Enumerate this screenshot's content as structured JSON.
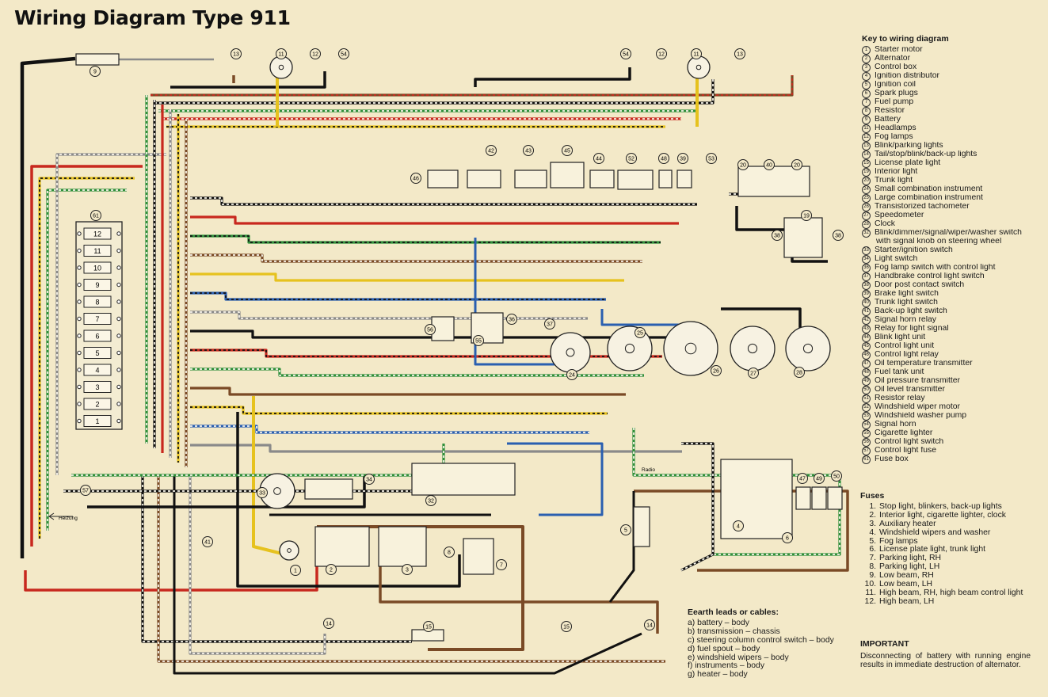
{
  "title": "Wiring Diagram Type 911",
  "colors": {
    "background": "#f3e9c8",
    "wire_black": "#111111",
    "wire_red": "#c8281e",
    "wire_brown": "#7a4a26",
    "wire_yellow": "#e6c21e",
    "wire_green": "#2f8f3a",
    "wire_blue": "#2a5fb0",
    "wire_grey": "#8a8a8a",
    "wire_white": "#f7f4ea"
  },
  "key": {
    "heading": "Key to wiring diagram",
    "items": [
      {
        "n": "1",
        "label": "Starter motor"
      },
      {
        "n": "2",
        "label": "Alternator"
      },
      {
        "n": "3",
        "label": "Control box"
      },
      {
        "n": "4",
        "label": "Ignition distributor"
      },
      {
        "n": "5",
        "label": "Ignition coil"
      },
      {
        "n": "6",
        "label": "Spark plugs"
      },
      {
        "n": "7",
        "label": "Fuel pump"
      },
      {
        "n": "8",
        "label": "Resistor"
      },
      {
        "n": "9",
        "label": "Battery"
      },
      {
        "n": "11",
        "label": "Headlamps"
      },
      {
        "n": "12",
        "label": "Fog lamps"
      },
      {
        "n": "13",
        "label": "Blink/parking lights"
      },
      {
        "n": "14",
        "label": "Tail/stop/blink/back-up lights"
      },
      {
        "n": "15",
        "label": "License plate light"
      },
      {
        "n": "19",
        "label": "Interior light"
      },
      {
        "n": "20",
        "label": "Trunk light"
      },
      {
        "n": "24",
        "label": "Small combination instrument"
      },
      {
        "n": "25",
        "label": "Large combination instrument"
      },
      {
        "n": "26",
        "label": "Transistorized tachometer"
      },
      {
        "n": "27",
        "label": "Speedometer"
      },
      {
        "n": "28",
        "label": "Clock"
      },
      {
        "n": "32",
        "label": "Blink/dimmer/signal/wiper/washer switch",
        "sub": "with signal knob on steering wheel"
      },
      {
        "n": "33",
        "label": "Starter/ignition switch"
      },
      {
        "n": "34",
        "label": "Light switch"
      },
      {
        "n": "36",
        "label": "Fog lamp switch with control light"
      },
      {
        "n": "37",
        "label": "Handbrake control light switch"
      },
      {
        "n": "38",
        "label": "Door post contact switch"
      },
      {
        "n": "39",
        "label": "Brake light switch"
      },
      {
        "n": "40",
        "label": "Trunk light switch"
      },
      {
        "n": "41",
        "label": "Back-up light switch"
      },
      {
        "n": "42",
        "label": "Signal horn relay"
      },
      {
        "n": "43",
        "label": "Relay for light signal"
      },
      {
        "n": "44",
        "label": "Blink light unit"
      },
      {
        "n": "45",
        "label": "Control light unit"
      },
      {
        "n": "46",
        "label": "Control light relay"
      },
      {
        "n": "47",
        "label": "Oil temperature transmitter"
      },
      {
        "n": "48",
        "label": "Fuel tank unit"
      },
      {
        "n": "49",
        "label": "Oil pressure transmitter"
      },
      {
        "n": "50",
        "label": "Oil level transmitter"
      },
      {
        "n": "51",
        "label": "Resistor relay"
      },
      {
        "n": "52",
        "label": "Windshield wiper motor"
      },
      {
        "n": "53",
        "label": "Windshield washer pump"
      },
      {
        "n": "54",
        "label": "Signal horn"
      },
      {
        "n": "55",
        "label": "Cigarette lighter"
      },
      {
        "n": "56",
        "label": "Control light switch"
      },
      {
        "n": "57",
        "label": "Control light fuse"
      },
      {
        "n": "61",
        "label": "Fuse box"
      }
    ]
  },
  "fuses": {
    "heading": "Fuses",
    "items": [
      {
        "n": "1.",
        "label": "Stop light, blinkers, back-up lights"
      },
      {
        "n": "2.",
        "label": "Interior light, cigarette lighter, clock"
      },
      {
        "n": "3.",
        "label": "Auxiliary heater"
      },
      {
        "n": "4.",
        "label": "Windshield wipers and washer"
      },
      {
        "n": "5.",
        "label": "Fog lamps"
      },
      {
        "n": "6.",
        "label": "License plate light, trunk light"
      },
      {
        "n": "7.",
        "label": "Parking light, RH"
      },
      {
        "n": "8.",
        "label": "Parking light, LH"
      },
      {
        "n": "9.",
        "label": "Low beam, RH"
      },
      {
        "n": "10.",
        "label": "Low beam, LH"
      },
      {
        "n": "11.",
        "label": "High beam, RH, high beam control light"
      },
      {
        "n": "12.",
        "label": "High beam, LH"
      }
    ]
  },
  "earth": {
    "heading": "Eearth leads or cables:",
    "items": [
      "a) battery – body",
      "b) transmission – chassis",
      "c) steering column control switch – body",
      "d) fuel spout – body",
      "e) windshield wipers – body",
      "f) instruments – body",
      "g) heater – body"
    ]
  },
  "important": {
    "heading": "IMPORTANT",
    "text": "Disconnecting of battery with running engine results in immediate destruction of alternator."
  },
  "diagram": {
    "fusebox_numbers": [
      "12",
      "11",
      "10",
      "9",
      "8",
      "7",
      "6",
      "5",
      "4",
      "3",
      "2",
      "1"
    ],
    "component_markers": [
      "13",
      "11",
      "12",
      "54",
      "54",
      "12",
      "11",
      "13",
      "9",
      "61",
      "46",
      "42",
      "43",
      "45",
      "44",
      "52",
      "48",
      "39",
      "53",
      "20",
      "40",
      "20",
      "19",
      "38",
      "38",
      "56",
      "55",
      "36",
      "37",
      "24",
      "25",
      "26",
      "27",
      "28",
      "34",
      "33",
      "32",
      "57",
      "41",
      "1",
      "2",
      "3",
      "8",
      "7",
      "5",
      "4",
      "6",
      "47",
      "49",
      "50",
      "14",
      "15",
      "15",
      "14"
    ],
    "text_labels": [
      "Heizung",
      "Radio"
    ]
  }
}
